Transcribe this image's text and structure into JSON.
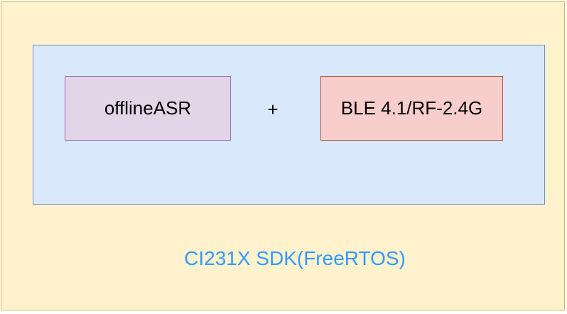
{
  "diagram": {
    "sdk_label": "CI231X SDK(FreeRTOS)",
    "module_left": "offlineASR",
    "operator": "+",
    "module_right": "BLE 4.1/RF-2.4G"
  },
  "colors": {
    "outer_fill": "#fff2cc",
    "outer_stroke": "#d6b656",
    "inner_fill": "#dae8fc",
    "inner_stroke": "#6c8ebf",
    "asr_fill": "#e1d5e7",
    "asr_stroke": "#9673a6",
    "ble_fill": "#f8cecc",
    "ble_stroke": "#b85450",
    "sdk_text": "#3399ff"
  }
}
